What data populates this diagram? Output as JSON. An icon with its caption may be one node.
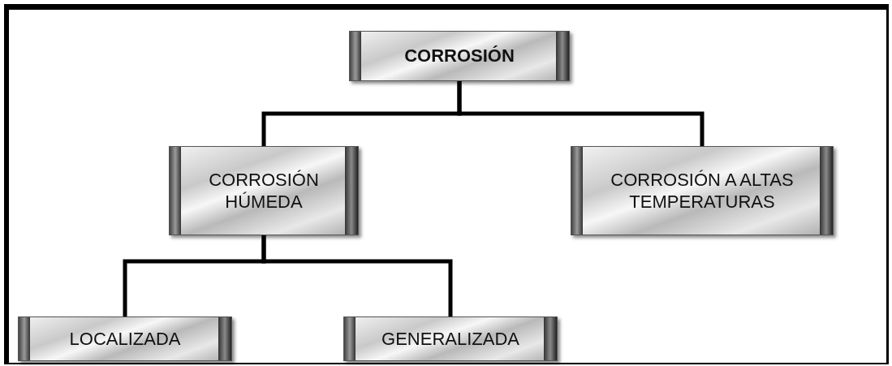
{
  "diagram": {
    "nodes": [
      {
        "text": [
          "CORROSIÓN"
        ]
      },
      {
        "text": [
          "CORROSIÓN HÚMEDA"
        ]
      },
      {
        "text": [
          "CORROSIÓN A ALTAS TEMPERATURAS"
        ]
      },
      {
        "text": [
          "LOCALIZADA"
        ]
      },
      {
        "text": [
          "GENERALIZADA"
        ]
      }
    ],
    "edges": [
      {
        "from": 0,
        "to": 1,
        "arrow": "none"
      },
      {
        "from": 0,
        "to": 2,
        "arrow": "none"
      },
      {
        "from": 1,
        "to": 3,
        "arrow": "none"
      },
      {
        "from": 1,
        "to": 4,
        "arrow": "none"
      }
    ]
  }
}
